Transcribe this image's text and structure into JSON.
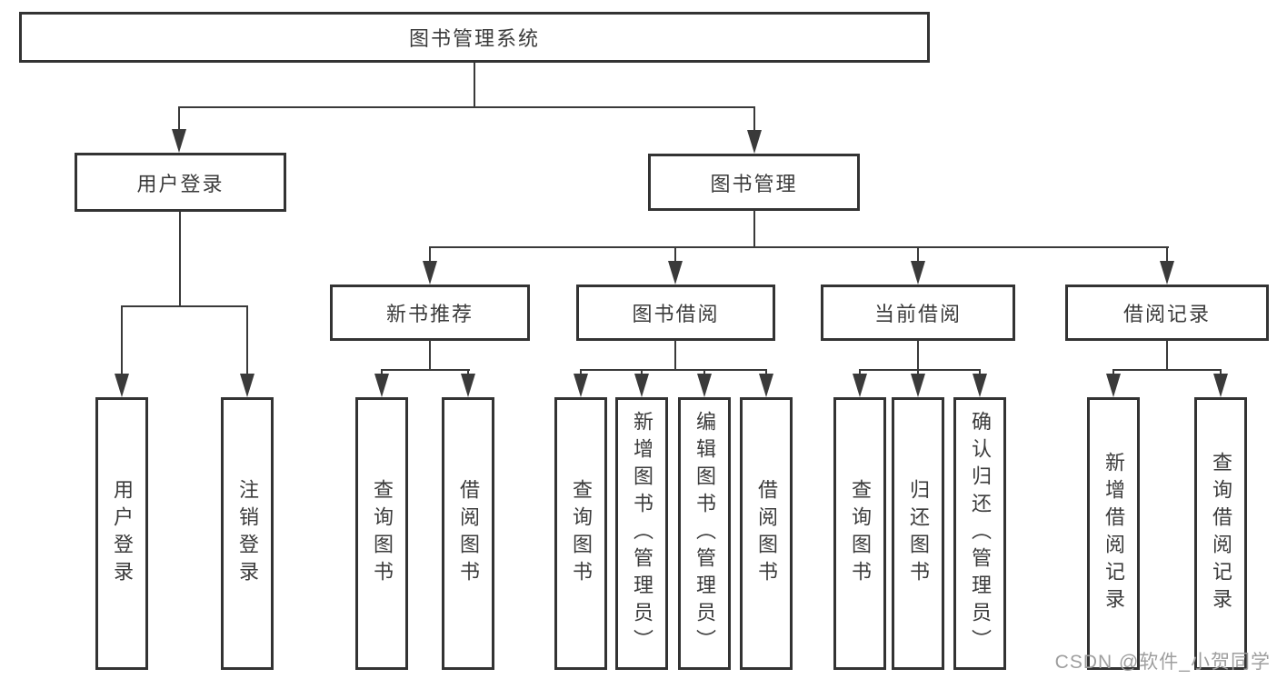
{
  "diagram": {
    "title": "图书管理系统",
    "tree": {
      "root": {
        "label": "图书管理系统",
        "children": [
          {
            "label": "用户登录",
            "children": [
              {
                "label": "用户登录"
              },
              {
                "label": "注销登录"
              }
            ]
          },
          {
            "label": "图书管理",
            "children": [
              {
                "label": "新书推荐",
                "children": [
                  {
                    "label": "查询图书"
                  },
                  {
                    "label": "借阅图书"
                  }
                ]
              },
              {
                "label": "图书借阅",
                "children": [
                  {
                    "label": "查询图书"
                  },
                  {
                    "label": "新增图书（管理员）"
                  },
                  {
                    "label": "编辑图书（管理员）"
                  },
                  {
                    "label": "借阅图书"
                  }
                ]
              },
              {
                "label": "当前借阅",
                "children": [
                  {
                    "label": "查询图书"
                  },
                  {
                    "label": "归还图书"
                  },
                  {
                    "label": "确认归还（管理员）"
                  }
                ]
              },
              {
                "label": "借阅记录",
                "children": [
                  {
                    "label": "新增借阅记录"
                  },
                  {
                    "label": "查询借阅记录"
                  }
                ]
              }
            ]
          }
        ]
      }
    },
    "colors": {
      "line": "#3a3a3a",
      "box_border": "#333333",
      "box_fill": "#ffffff",
      "text": "#3b3b3b",
      "watermark": "#9e9e9e"
    }
  },
  "watermark": {
    "text": "CSDN @软件_小贺同学"
  }
}
